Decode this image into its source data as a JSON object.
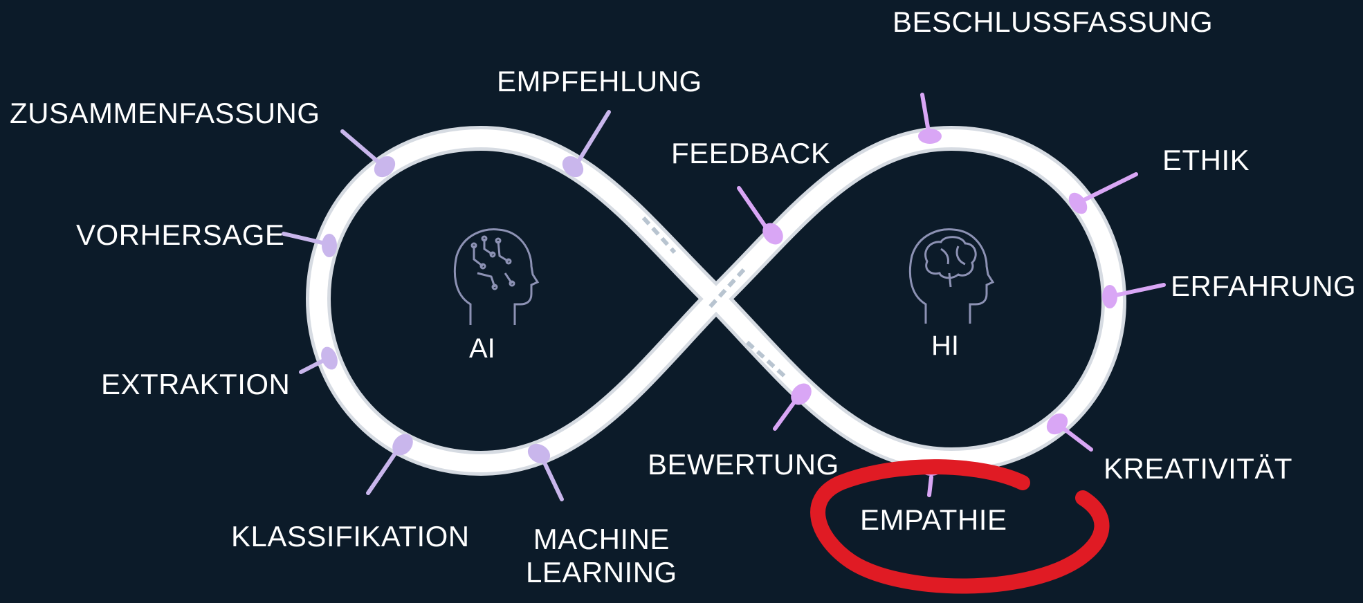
{
  "center_labels": {
    "left": "AI",
    "right": "HI"
  },
  "labels": {
    "zusammenfassung": "ZUSAMMENFASSUNG",
    "empfehlung": "EMPFEHLUNG",
    "vorhersage": "VORHERSAGE",
    "extraktion": "EXTRAKTION",
    "klassifikation": "KLASSIFIKATION",
    "machine_learning_1": "MACHINE",
    "machine_learning_2": "LEARNING",
    "feedback": "FEEDBACK",
    "bewertung": "BEWERTUNG",
    "beschlussfassung": "BESCHLUSSFASSUNG",
    "ethik": "ETHIK",
    "erfahrung": "ERFAHRUNG",
    "kreativitaet": "KREATIVITÄT",
    "empathie": "EMPATHIE"
  },
  "colors": {
    "background": "#0c1b29",
    "loop": "#f4f6f8",
    "ai_marker": "#c9b6ec",
    "hi_marker": "#d9a6f5",
    "highlight_circle": "#e01b24",
    "head_outline": "#8d92b4"
  },
  "icons": {
    "left_head": "circuit-head-icon",
    "right_head": "brain-head-icon"
  }
}
